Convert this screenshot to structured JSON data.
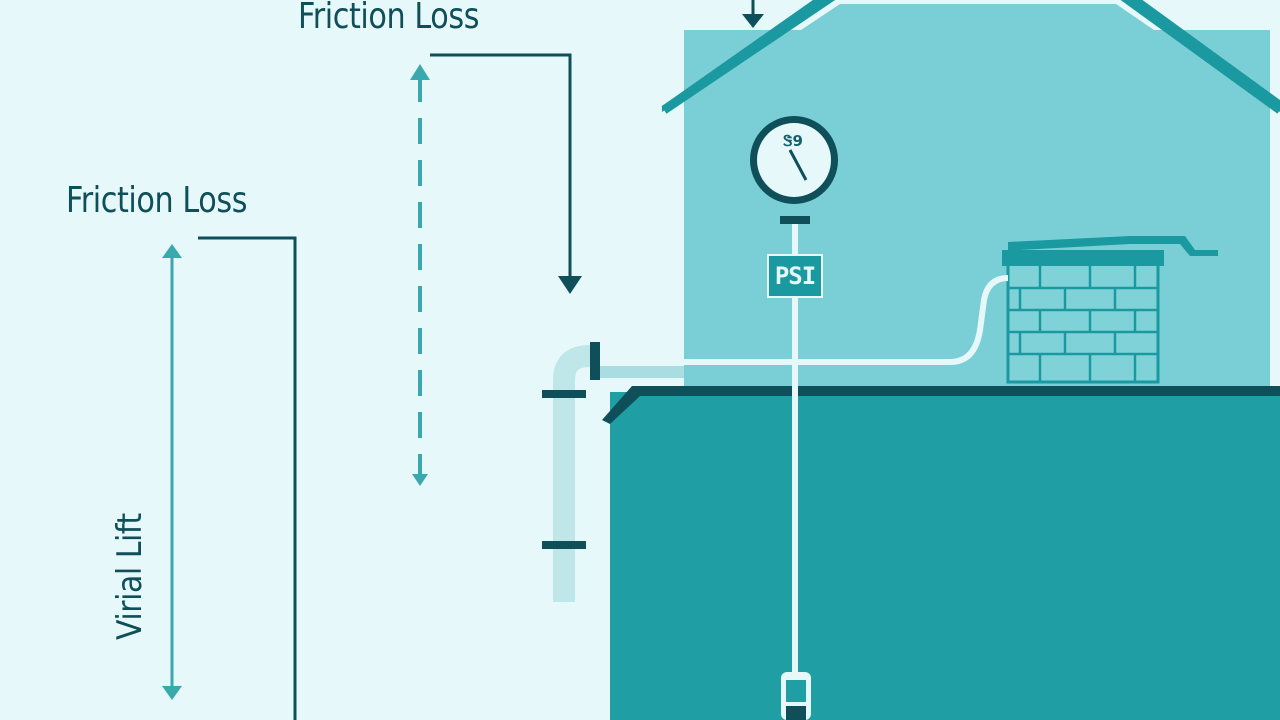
{
  "labels": {
    "friction_loss_top": "Friction Loss",
    "friction_loss_left": "Friction Loss",
    "vertical_lift": "Virial Lift",
    "pressure_sign": "PSI",
    "gauge_face": "Ꮥ9"
  },
  "colors": {
    "background": "#e6f8fa",
    "house": "#79cfd5",
    "roof": "#1a9aa0",
    "ground": "#1f9ea3",
    "dark_line": "#0f4f59",
    "arrow": "#3aa9ae",
    "pipe": "#e6f8fa",
    "brick": "#7fd3d8"
  }
}
